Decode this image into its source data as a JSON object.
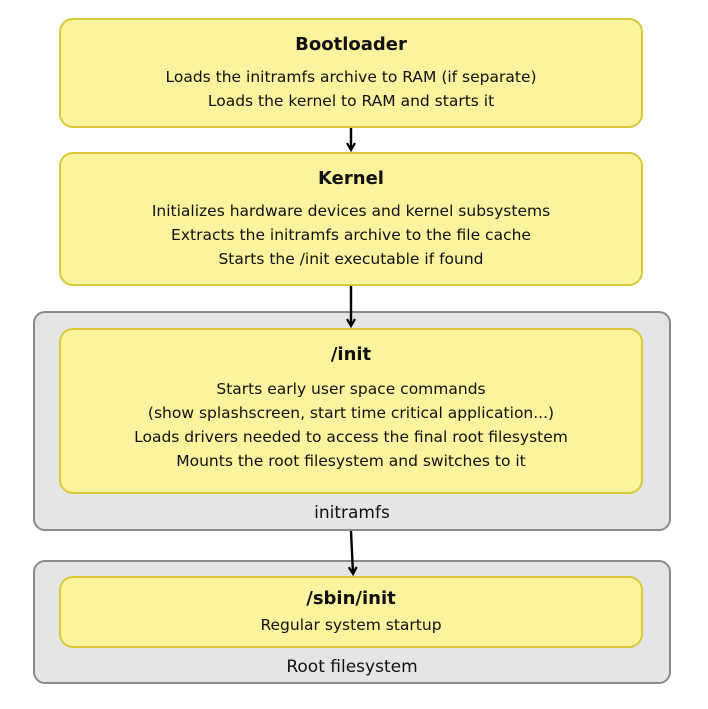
{
  "stages": [
    {
      "title": "Bootloader",
      "lines": [
        "Loads the initramfs archive to RAM (if separate)",
        "Loads the kernel to RAM and starts it"
      ]
    },
    {
      "title": "Kernel",
      "lines": [
        "Initializes hardware devices and kernel subsystems",
        "Extracts the initramfs archive to the file cache",
        "Starts the /init executable if found"
      ]
    },
    {
      "title": "/init",
      "lines": [
        "Starts early user space commands",
        "(show splashscreen, start time critical application...)",
        "Loads drivers needed to access the final root filesystem",
        "Mounts the root filesystem and switches to it"
      ]
    },
    {
      "title": "/sbin/init",
      "lines": [
        "Regular system startup"
      ]
    }
  ],
  "containers": [
    {
      "label": "initramfs"
    },
    {
      "label": "Root filesystem"
    }
  ],
  "colors": {
    "box_fill": "#fbf39e",
    "box_border": "#d6c93a",
    "container_fill": "#e5e5e5",
    "container_border": "#8a8a8a"
  }
}
